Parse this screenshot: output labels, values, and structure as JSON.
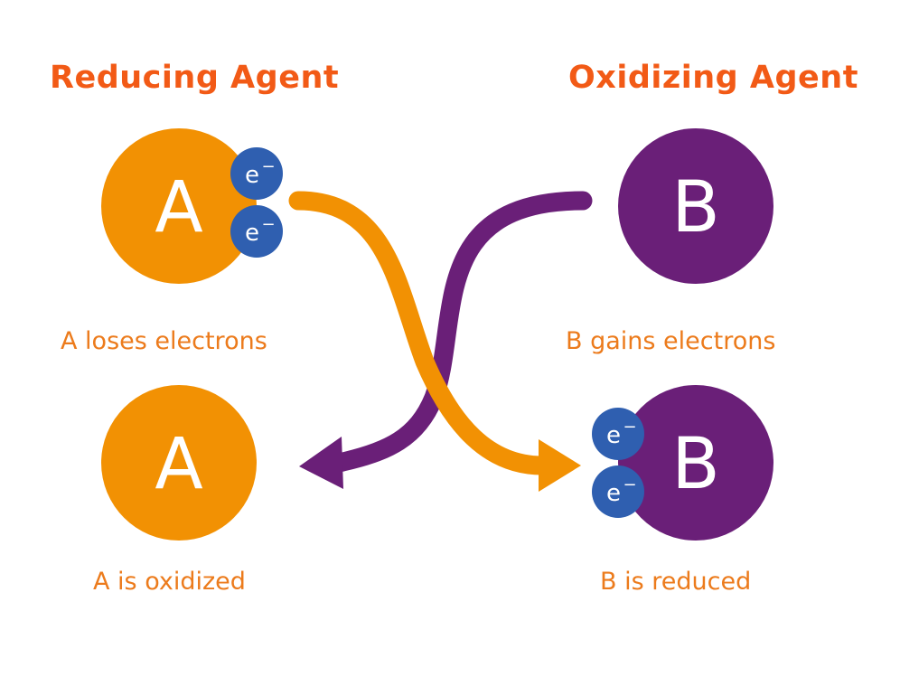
{
  "headings": {
    "reducing": "Reducing Agent",
    "oxidizing": "Oxidizing Agent"
  },
  "atoms": {
    "a_label": "A",
    "b_label": "B"
  },
  "electron": {
    "symbol": "e",
    "charge": "−"
  },
  "captions": {
    "a_loses": "A loses electrons",
    "b_gains": "B gains electrons",
    "a_oxidized": "A is oxidized",
    "b_reduced": "B is reduced"
  },
  "colors": {
    "heading": "#f25a16",
    "caption": "#ec7b1c",
    "atom_a": "#f29103",
    "atom_b": "#6a1f78",
    "electron": "#2f5fb0",
    "arrow_orange": "#f29103",
    "arrow_purple": "#6a1f78"
  }
}
